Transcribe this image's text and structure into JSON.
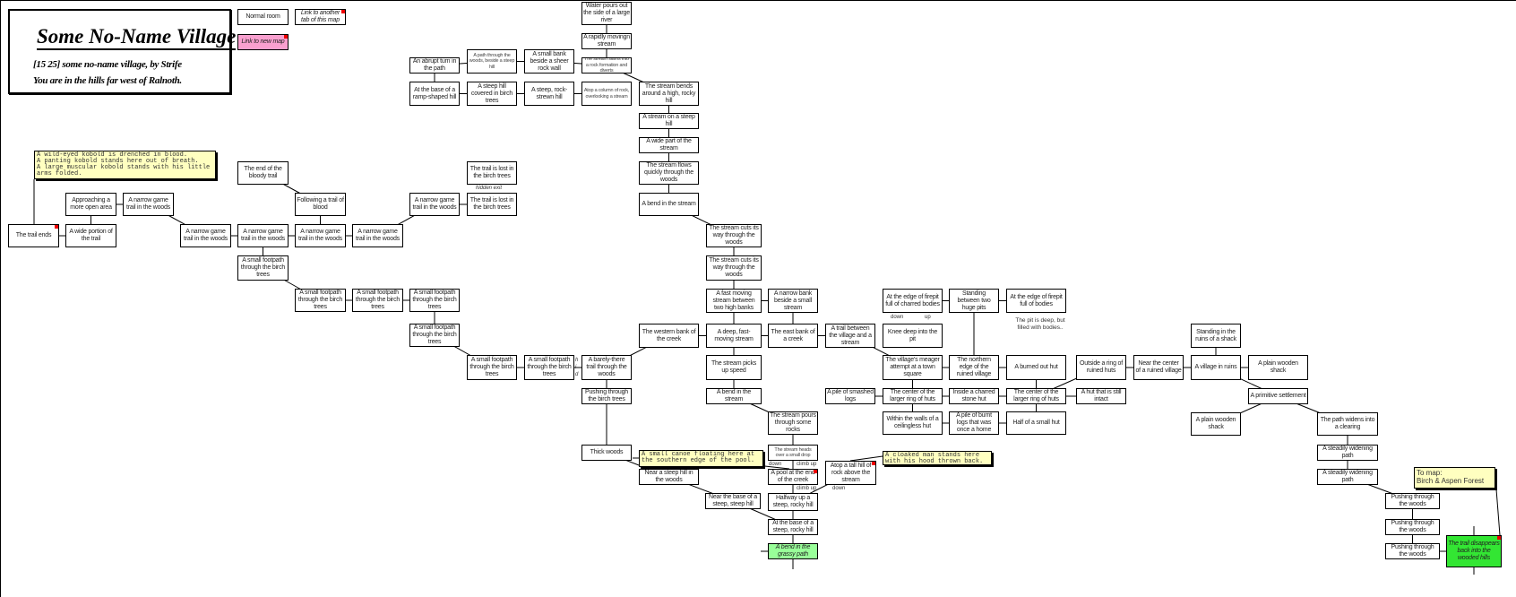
{
  "title": {
    "name": "Some No-Name Village",
    "subtitle": "[15 25] some no-name village, by Strife",
    "location": "You are in the hills far west of Ralnoth."
  },
  "legend": {
    "normal": "Normal room",
    "link_tab": "Link to another tab of this map",
    "link_map": "Link to new map"
  },
  "notes": {
    "kobold": "A wild-eyed kobold is drenched in blood.\nA panting kobold stands here out of breath.\nA large muscular kobold stands with his little\narms folded.",
    "canoe": "A small canoe floating here at\nthe southern edge of the pool.",
    "cloaked": "A cloaked man stands here\nwith his hood thrown back.",
    "to_map": "To map:\nBirch & Aspen Forest"
  },
  "labels": {
    "hidden_exit": "hidden exit",
    "hid": "h\ni\nd",
    "down": "down",
    "up": "up",
    "climb_up": "climb up",
    "pit_text": "The pit is deep, but filled with bodies.."
  },
  "colors": {
    "link_map": "#f9a0cf",
    "map_exit": "#33e633",
    "grassy": "#99ff99",
    "note": "#ffffc0",
    "link_marker": "#ee0000"
  },
  "rooms": [
    "The trail ends",
    "A wide portion of the trail",
    "Approaching a more open area",
    "A narrow game trail in the woods",
    "A narrow game trail in the woods",
    "A narrow game trail in the woods",
    "A narrow game trail in the woods",
    "A narrow game trail in the woods",
    "The end of the bloody trail",
    "Following a trail of blood",
    "A small footpath through the birch trees",
    "A small footpath through the birch trees",
    "A small footpath through the birch trees",
    "A small footpath through the birch trees",
    "A small footpath through the birch trees",
    "A small footpath through the birch trees",
    "A small footpath through the birch trees",
    "A narrow game trail in the woods",
    "The trail is lost in the birch trees",
    "The trail is lost in the birch trees",
    "A barely-there trail through the woods",
    "Pushing through the birch trees",
    "Thick woods",
    "Near a steep hill in the woods",
    "Near the base of a steep, steep hill",
    "The western bank of the creek",
    "Water pours out the side of a large river",
    "A rapidly movingn stream",
    "The stream slams into a rock formation and diverts",
    "A small bank beside a sheer rock wall",
    "A path through the woods, beside a steep hill",
    "An abrupt turn in the path",
    "At the base of a ramp-shaped hill",
    "A steep hill covered in birch trees",
    "A steep, rock-strewn hill",
    "Atop a column of rock, overlooking a stream",
    "The stream bends around a high, rocky hill",
    "A stream on a steep hill",
    "A wide part of the stream",
    "The stream flows quickly through the woods",
    "A bend in the stream",
    "The stream cuts its way through the woods",
    "The stream cuts its way through the woods",
    "A fast moving stream between two high banks",
    "A narrow bank beside a small stream",
    "A deep, fast-moving stream",
    "The east bank of a creek",
    "A trail between the village and a stream",
    "The stream picks up speed",
    "A bend in the stream",
    "The stream pours through some rocks",
    "The stream heads over a small drop",
    "A pool at the end of the creek",
    "Halfway up a steep, rocky hill",
    "At the base of a steep, rocky hill",
    "A bend in the grassy path",
    "Atop a tall hill of rock above the stream",
    "At the edge of firepit full of charred bodies",
    "Standing between two huge pits",
    "Knee deep into the pit",
    "The village's meager attempt at a town square",
    "The northern edge of the ruined village",
    "A pile of smashed logs",
    "The center of the larger ring of huts",
    "Inside a charred stone hut",
    "Within the walls of a ceilingless hut",
    "A pile of burnt logs that was once a home",
    "Half of a small hut",
    "At the edge of firepit full of bodies",
    "A burned out hut",
    "The center of the larger ring of huts",
    "Outside a ring of ruined huts",
    "A hut that is still intact",
    "Near the center of a ruined village",
    "Standing in the ruins of a shack",
    "A village in ruins",
    "A plain wooden shack",
    "A primitive settlement",
    "A plain wooden shack",
    "The path widens into a clearing",
    "A steadily widening path",
    "A steadily widening path",
    "Pushing through the woods",
    "Pushing through the woods",
    "Pushing through the woods",
    "The trail disappears back into the wooded hills"
  ]
}
